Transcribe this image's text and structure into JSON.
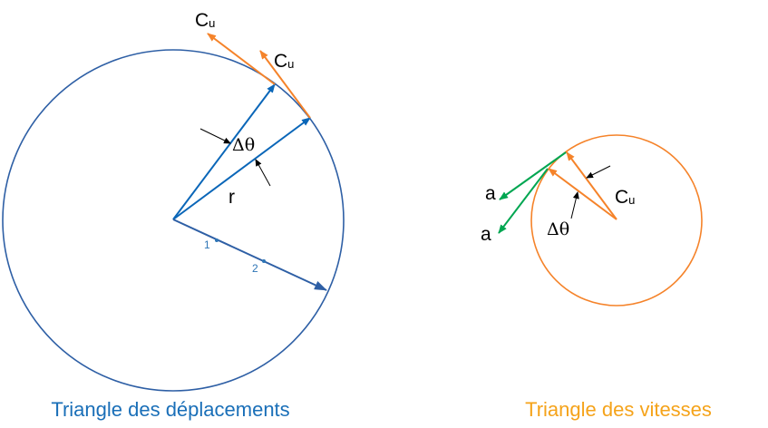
{
  "left": {
    "caption": "Triangle des déplacements",
    "labels": {
      "cu1_main": "C",
      "cu1_sub": "u",
      "cu2_main": "C",
      "cu2_sub": "u",
      "delta_theta": "Δθ",
      "radius": "r",
      "point1": "1",
      "point2": "2"
    }
  },
  "right": {
    "caption": "Triangle des vitesses",
    "labels": {
      "a1": "a",
      "a2": "a",
      "cu_main": "C",
      "cu_sub": "u",
      "delta_theta": "Δθ"
    }
  },
  "colors": {
    "blue": "#2e5fa5",
    "blue_arrow": "#0a66b8",
    "orange": "#f5832a",
    "green": "#00a651",
    "caption_blue": "#1a6fb8",
    "caption_orange": "#f5a31a"
  }
}
